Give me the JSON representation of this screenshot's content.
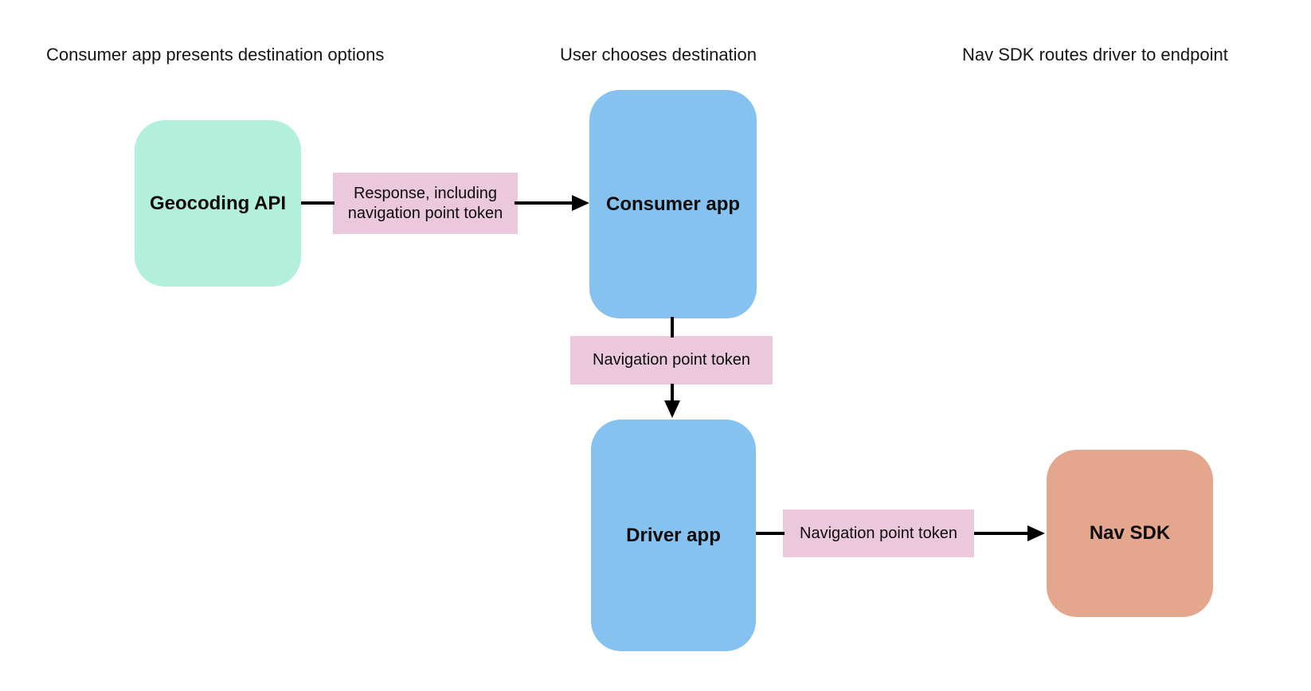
{
  "colors": {
    "bg": "#ffffff",
    "text": "#161616",
    "arrow": "#000000",
    "mint": "#b3f0db",
    "blue": "#85c2f0",
    "salmon": "#e4a68c",
    "pink": "#ebc8dc"
  },
  "lanes": [
    {
      "title": "Consumer app presents destination options"
    },
    {
      "title": "User chooses destination"
    },
    {
      "title": "Nav SDK routes driver to endpoint"
    }
  ],
  "nodes": [
    {
      "id": "geocoding-api",
      "label": "Geocoding API",
      "color": "mint"
    },
    {
      "id": "consumer-app",
      "label": "Consumer app",
      "color": "blue"
    },
    {
      "id": "driver-app",
      "label": "Driver app",
      "color": "blue"
    },
    {
      "id": "nav-sdk",
      "label": "Nav SDK",
      "color": "salmon"
    }
  ],
  "edges": [
    {
      "from": "geocoding-api",
      "to": "consumer-app",
      "label": "Response, including navigation point token"
    },
    {
      "from": "consumer-app",
      "to": "driver-app",
      "label": "Navigation point token"
    },
    {
      "from": "driver-app",
      "to": "nav-sdk",
      "label": "Navigation point token"
    }
  ]
}
